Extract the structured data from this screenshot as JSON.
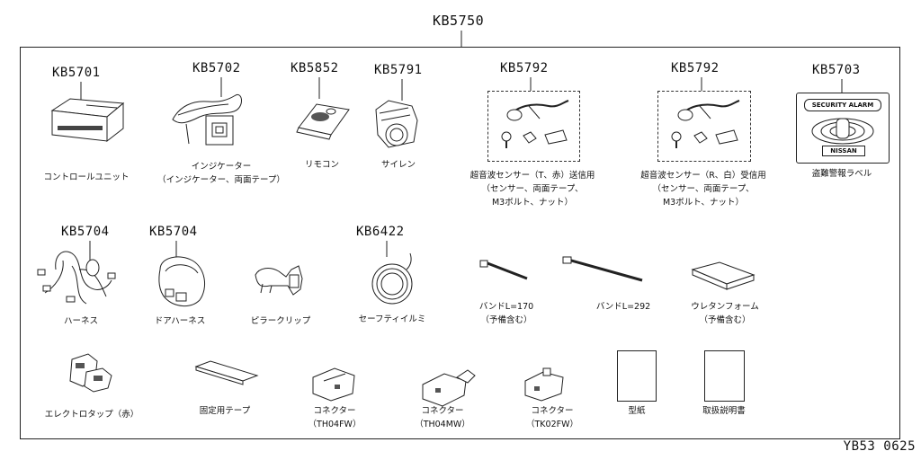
{
  "kit_code": "KB5750",
  "figure_id": "YB53 0625",
  "parts": [
    {
      "code": "KB5701",
      "caption": "コントロールユニット"
    },
    {
      "code": "KB5702",
      "caption": "インジケーター\n（インジケーター、両面テープ）"
    },
    {
      "code": "KB5852",
      "caption": "リモコン"
    },
    {
      "code": "KB5791",
      "caption": "サイレン"
    },
    {
      "code": "KB5792",
      "caption": "超音波センサー（T、赤）送信用\n（センサー、両面テープ、\nM3ボルト、ナット）"
    },
    {
      "code": "KB5792",
      "caption": "超音波センサー（R、白）受信用\n（センサー、両面テープ、\nM3ボルト、ナット）"
    },
    {
      "code": "KB5703",
      "caption": "盗難警報ラベル"
    },
    {
      "code": "KB5704",
      "caption": "ハーネス"
    },
    {
      "code": "KB5704",
      "caption": "ドアハーネス"
    },
    {
      "code": "",
      "caption": "ピラークリップ"
    },
    {
      "code": "KB6422",
      "caption": "セーフティイルミ"
    },
    {
      "code": "",
      "caption": "バンドL=170\n（予備含む）"
    },
    {
      "code": "",
      "caption": "バンドL=292"
    },
    {
      "code": "",
      "caption": "ウレタンフォーム\n（予備含む）"
    },
    {
      "code": "",
      "caption": "エレクトロタップ（赤）"
    },
    {
      "code": "",
      "caption": "固定用テープ"
    },
    {
      "code": "",
      "caption": "コネクター\n（TH04FW）"
    },
    {
      "code": "",
      "caption": "コネクター\n（TH04MW）"
    },
    {
      "code": "",
      "caption": "コネクター\n（TK02FW）"
    },
    {
      "code": "",
      "caption": "型紙"
    },
    {
      "code": "",
      "caption": "取扱説明書"
    }
  ],
  "label_sticker": {
    "title": "SECURITY ALARM",
    "brand": "NISSAN"
  }
}
